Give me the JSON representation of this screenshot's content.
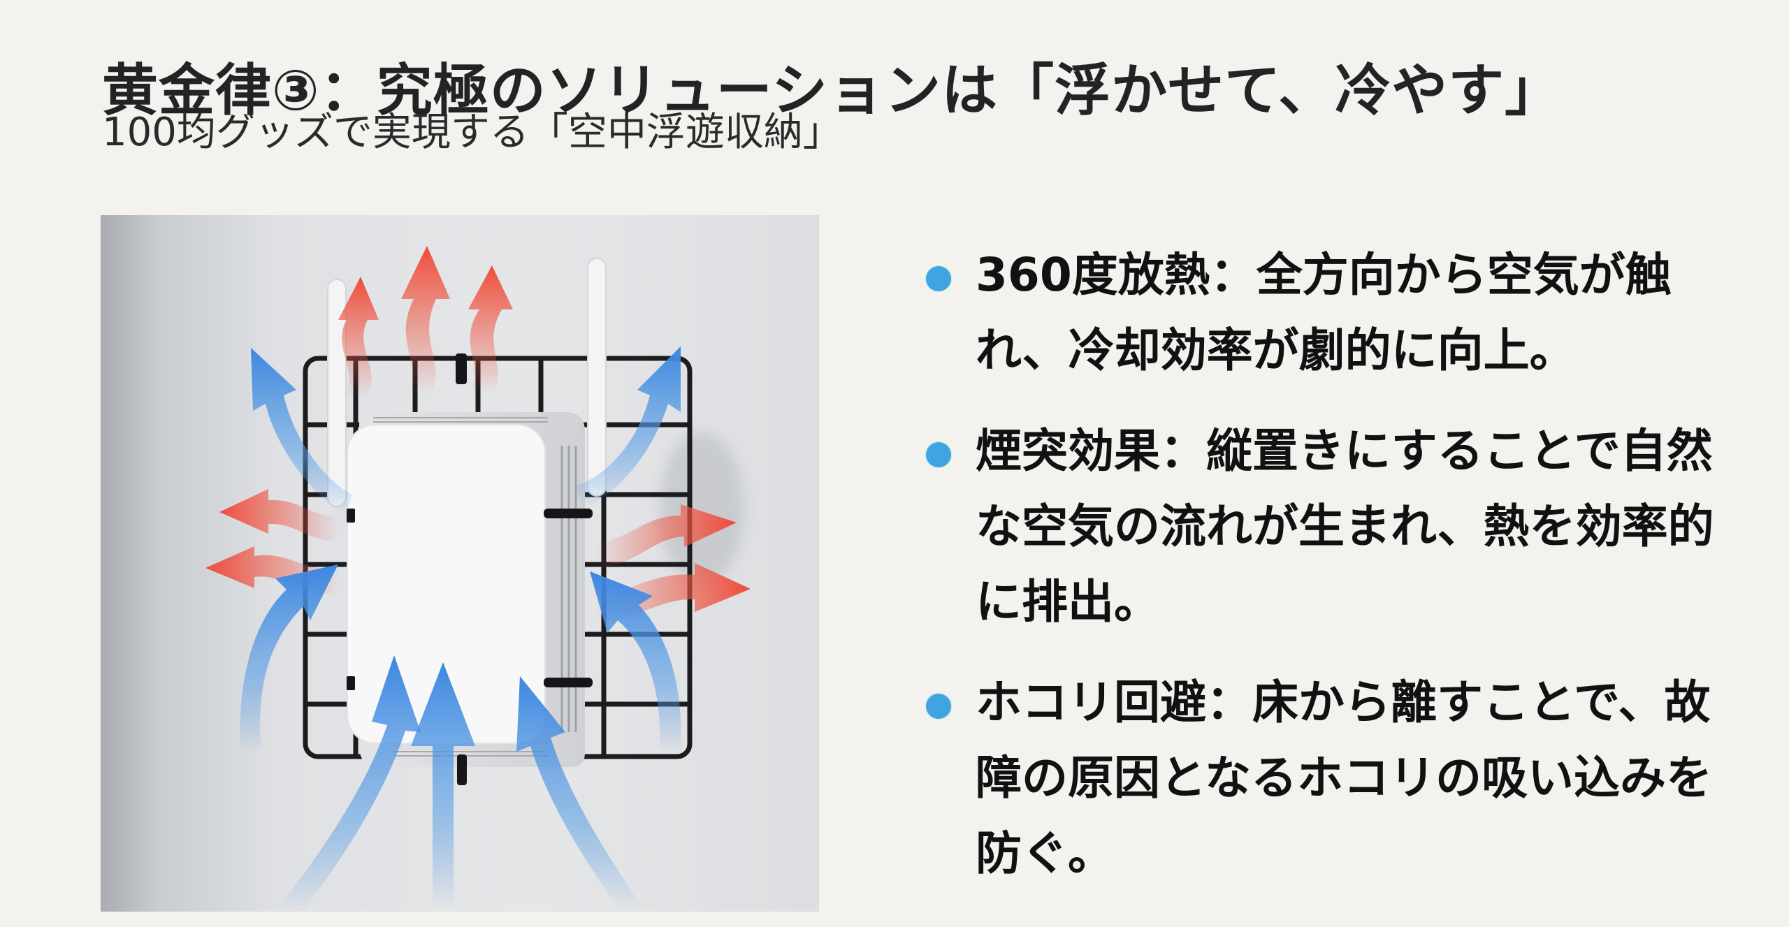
{
  "slide": {
    "title": "黄金律③：究極のソリューションは「浮かせて、冷やす」",
    "subtitle": "100均グッズで実現する「空中浮遊収納」",
    "accent_color": "#3fa5e0",
    "background_color": "#f3f2ee"
  },
  "figure": {
    "description": "Wi-Fi router mounted vertically on a black wire mesh rack on a wall, with blue arrows showing cool air flowing in from below and red wavy arrows showing hot air exiting up and sideways",
    "icons": [
      "router-icon",
      "wire-mesh-rack-icon",
      "cool-air-arrow-icon",
      "hot-air-arrow-icon"
    ],
    "colors": {
      "cool_air": "#4a90e2",
      "hot_air": "#ef4b3a",
      "rack": "#1c1c1e",
      "router": "#f7f7f8"
    }
  },
  "bullets": [
    {
      "heading": "360度放熱",
      "separator": "：",
      "text": "360度放熱：全方向から空気が触れ、冷却効率が劇的に向上。"
    },
    {
      "heading": "煙突効果",
      "separator": "：",
      "text": "煙突効果：縦置きにすることで自然な空気の流れが生まれ、熱を効率的に排出。"
    },
    {
      "heading": "ホコリ回避",
      "separator": "：",
      "text": "ホコリ回避：床から離すことで、故障の原因となるホコリの吸い込みを防ぐ。"
    }
  ]
}
